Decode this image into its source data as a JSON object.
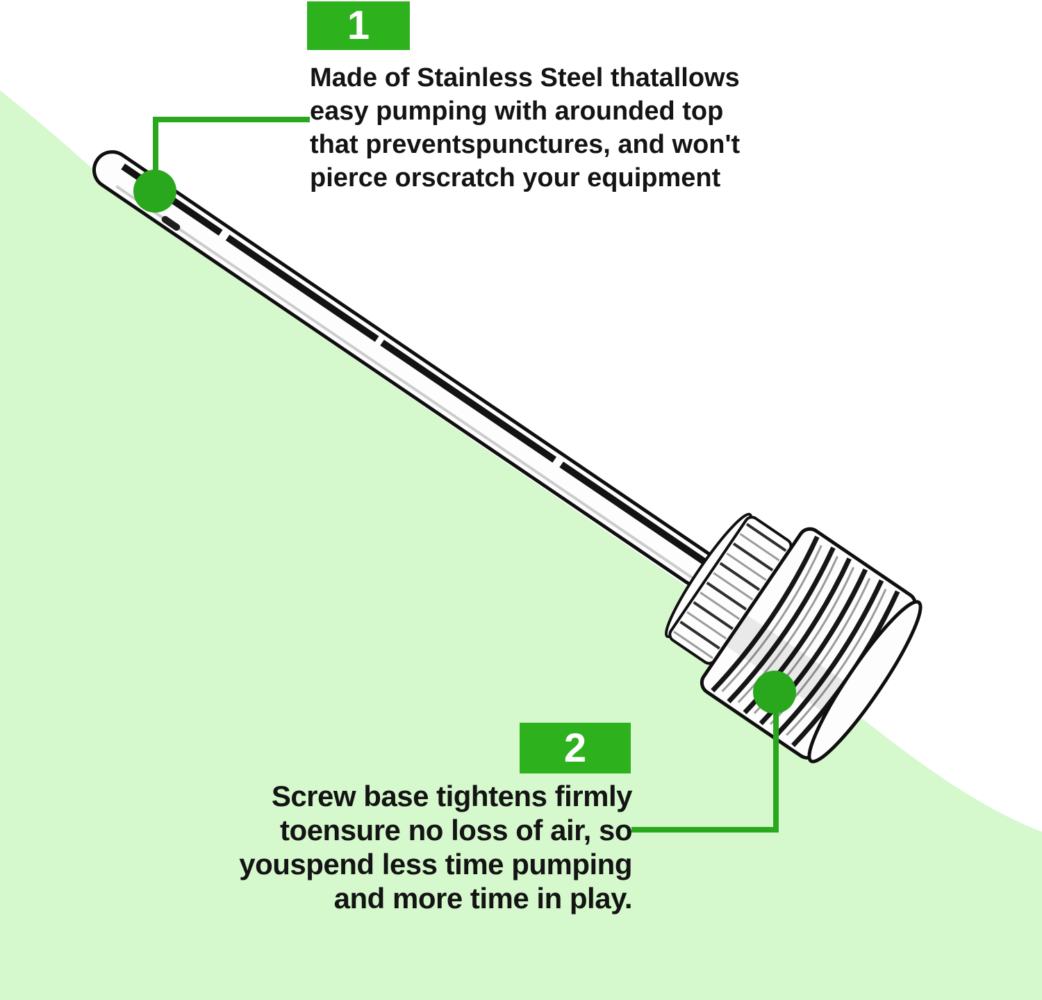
{
  "colors": {
    "badge_green": "#2db21d",
    "accent_green": "#29a81e",
    "pale_green": "#d5f8cd",
    "text_black": "#141414",
    "metal_outline": "#0f0f0f",
    "white": "#ffffff"
  },
  "callout_1": {
    "badge": "1",
    "lines": [
      "Made of Stainless Steel thatallows",
      "easy pumping with arounded top",
      "that preventspunctures, and won't",
      "pierce orscratch your equipment"
    ]
  },
  "callout_2": {
    "badge": "2",
    "lines": [
      "Screw base tightens firmly",
      "toensure no loss of air, so",
      "youspend less time pumping",
      "and more time in play."
    ]
  }
}
